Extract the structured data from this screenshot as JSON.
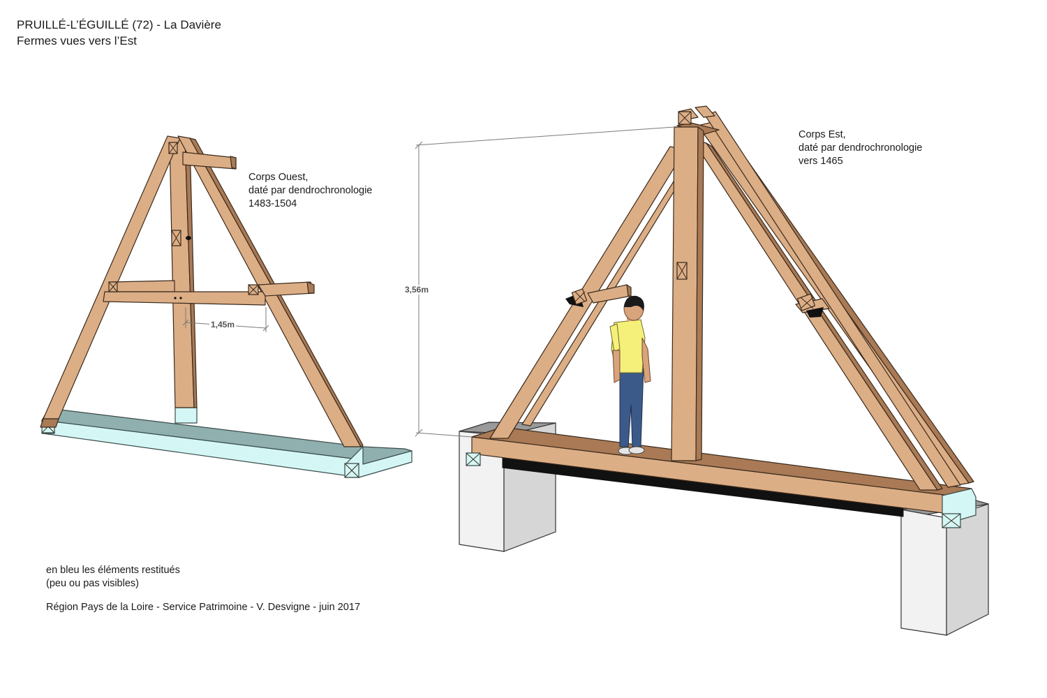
{
  "header": {
    "title": "PRUILLÉ-L’ÉGUILLÉ (72) - La Davière",
    "subtitle": "Fermes vues vers l’Est"
  },
  "west_truss": {
    "label_lines": [
      "Corps Ouest,",
      "daté par dendrochronologie",
      "1483-1504"
    ],
    "dimension": "1,45m"
  },
  "east_truss": {
    "label_lines": [
      "Corps Est,",
      "daté par dendrochronologie",
      "vers 1465"
    ],
    "dimension": "3,56m"
  },
  "legend": {
    "lines": [
      "en bleu les éléments restitués",
      "(peu ou pas visibles)"
    ],
    "credit": "Région Pays de la Loire - Service Patrimoine - V. Desvigne - juin 2017"
  },
  "colors": {
    "timber": "#dcae86",
    "timber_dark": "#a97a55",
    "timber_outline": "#3a2a1c",
    "restored": "#d4f7f5",
    "restored_dark": "#8fb0ae",
    "stone": "#f2f2f2",
    "stone_side": "#d6d6d6",
    "dim_line": "#7a7a7a"
  }
}
